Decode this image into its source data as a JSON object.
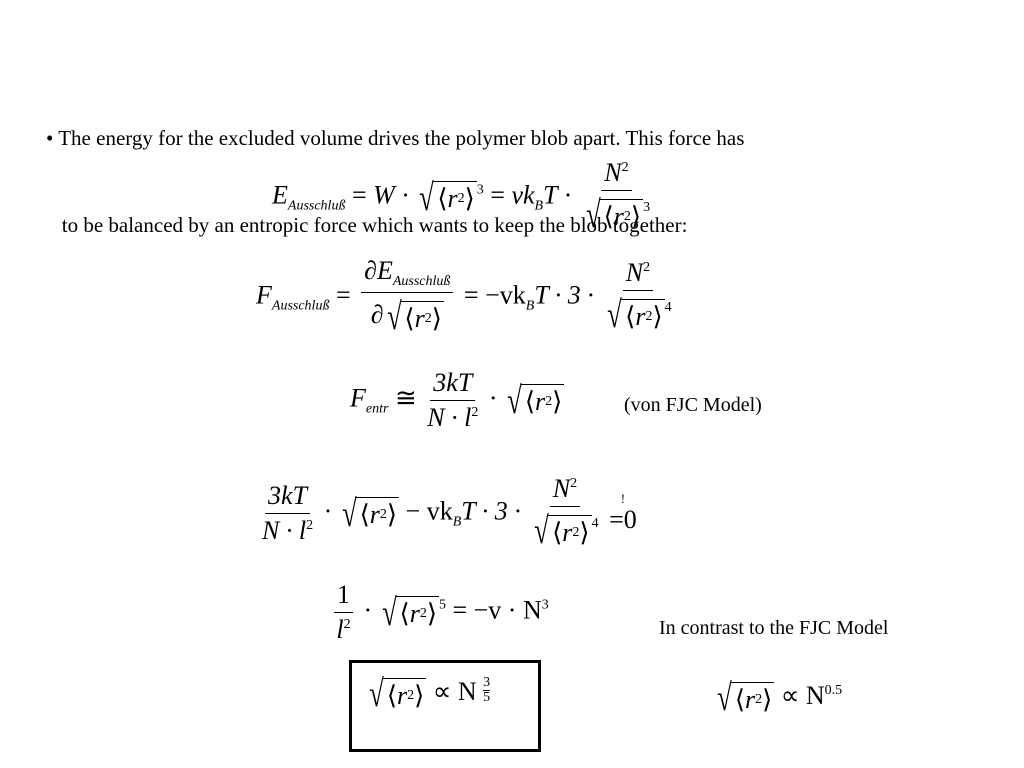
{
  "intro": {
    "line1": "• The energy for the excluded volume drives the polymer blob apart. This force has",
    "line2": "   to be balanced by an entropic force which wants to keep the blob together:"
  },
  "equations": {
    "e1_lhs_E": "E",
    "e1_lhs_sub": "Ausschluß",
    "e1_eq": "=",
    "e1_W": "W",
    "e1_dot": "·",
    "e1_pow": "3",
    "e1_eq2": "= ",
    "e1_vkbt": "vk",
    "e1_B": "B",
    "e1_T": "T",
    "e1_num": "N",
    "e1_num_pow": "2",
    "e1_den_pow": "3",
    "e2_lhs_F": "F",
    "e2_lhs_sub": "Ausschluß",
    "e2_eq": "=",
    "e2_num_E": "∂E",
    "e2_num_sub": "Ausschluß",
    "e2_den_d": "∂",
    "e2_eq2": "= −vk",
    "e2_B": "B",
    "e2_T": "T · 3 ·",
    "e2_num": "N",
    "e2_num_pow": "2",
    "e2_den_pow": "4",
    "e3_lhs_F": "F",
    "e3_lhs_sub": "entr",
    "e3_approx": "≅",
    "e3_num": "3kT",
    "e3_den": "N · l",
    "e3_den_pow": "2",
    "e3_dot": "·",
    "e3_note": "(von FJC Model)",
    "e4_num": "3kT",
    "e4_den": "N · l",
    "e4_den_pow": "2",
    "e4_mid": "− vk",
    "e4_B": "B",
    "e4_T": "T · 3 ·",
    "e4_frac_num": "N",
    "e4_frac_num_pow": "2",
    "e4_frac_den_pow": "4",
    "e4_bang": "!",
    "e4_eq": "=0",
    "e5_num": "1",
    "e5_den": "l",
    "e5_den_pow": "2",
    "e5_pow": "5",
    "e5_rhs": "= −v · N",
    "e5_rhs_pow": "3",
    "e6_prop": "∝ N",
    "e6_exp_num": "3",
    "e6_exp_den": "5",
    "e7_prop": "∝ N",
    "e7_exp": "0.5",
    "r_sym": "r",
    "r_pow": "2"
  },
  "contrast_note": "In contrast to the FJC Model"
}
